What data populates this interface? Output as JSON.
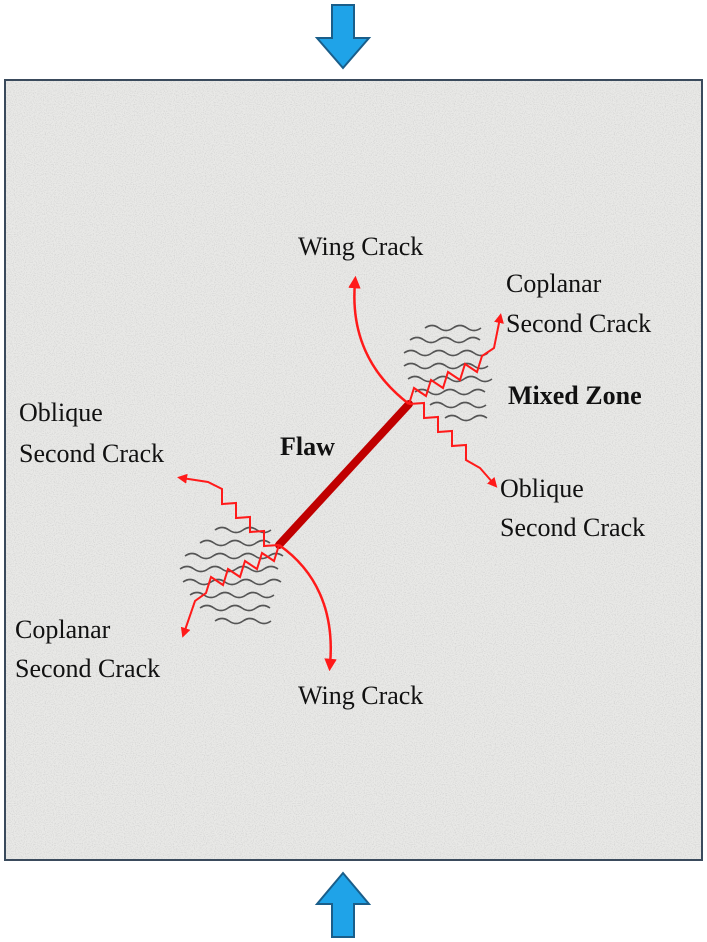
{
  "labels": {
    "wing_top": "Wing Crack",
    "wing_bottom": "Wing Crack",
    "flaw": "Flaw",
    "mixed_zone": "Mixed Zone",
    "coplanar_right_1": "Coplanar",
    "coplanar_right_2": "Second Crack",
    "oblique_right_1": "Oblique",
    "oblique_right_2": "Second Crack",
    "oblique_left_1": "Oblique",
    "oblique_left_2": "Second Crack",
    "coplanar_left_1": "Coplanar",
    "coplanar_left_2": "Second Crack"
  },
  "colors": {
    "specimen_fill": "#e9e9e7",
    "specimen_border": "#3a4a5c",
    "flaw": "#c00000",
    "crack": "#ff1a1a",
    "texture": "#555555",
    "load_arrow": "#1fa3e8",
    "load_arrow_stroke": "#1a5e8a"
  },
  "icons": {
    "top_load": "arrow-down-icon",
    "bottom_load": "arrow-up-icon"
  }
}
